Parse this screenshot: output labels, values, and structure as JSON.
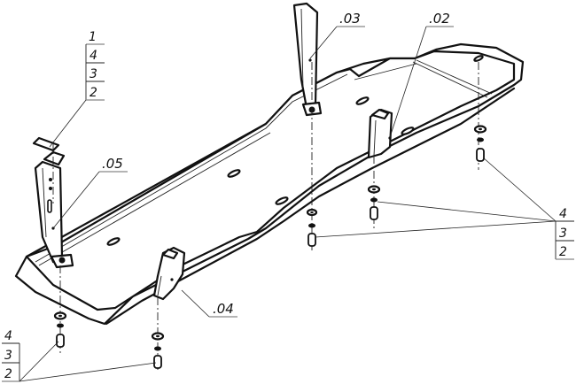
{
  "drawing": {
    "title": "Skid plate assembly - exploded isometric view",
    "stack_top_left": {
      "top_label": "1",
      "items": [
        "4",
        "3",
        "2"
      ]
    },
    "stack_right": {
      "top_label": "4",
      "items": [
        "3",
        "2"
      ]
    },
    "stack_bottom_left": {
      "top_label": "4",
      "items": [
        "3",
        "2"
      ]
    },
    "callouts": {
      "bracket_03": ".03",
      "plate_02": ".02",
      "bracket_05": ".05",
      "bracket_04": ".04"
    },
    "colors": {
      "line": "#111111",
      "background": "#ffffff",
      "underline": "#888888"
    }
  }
}
